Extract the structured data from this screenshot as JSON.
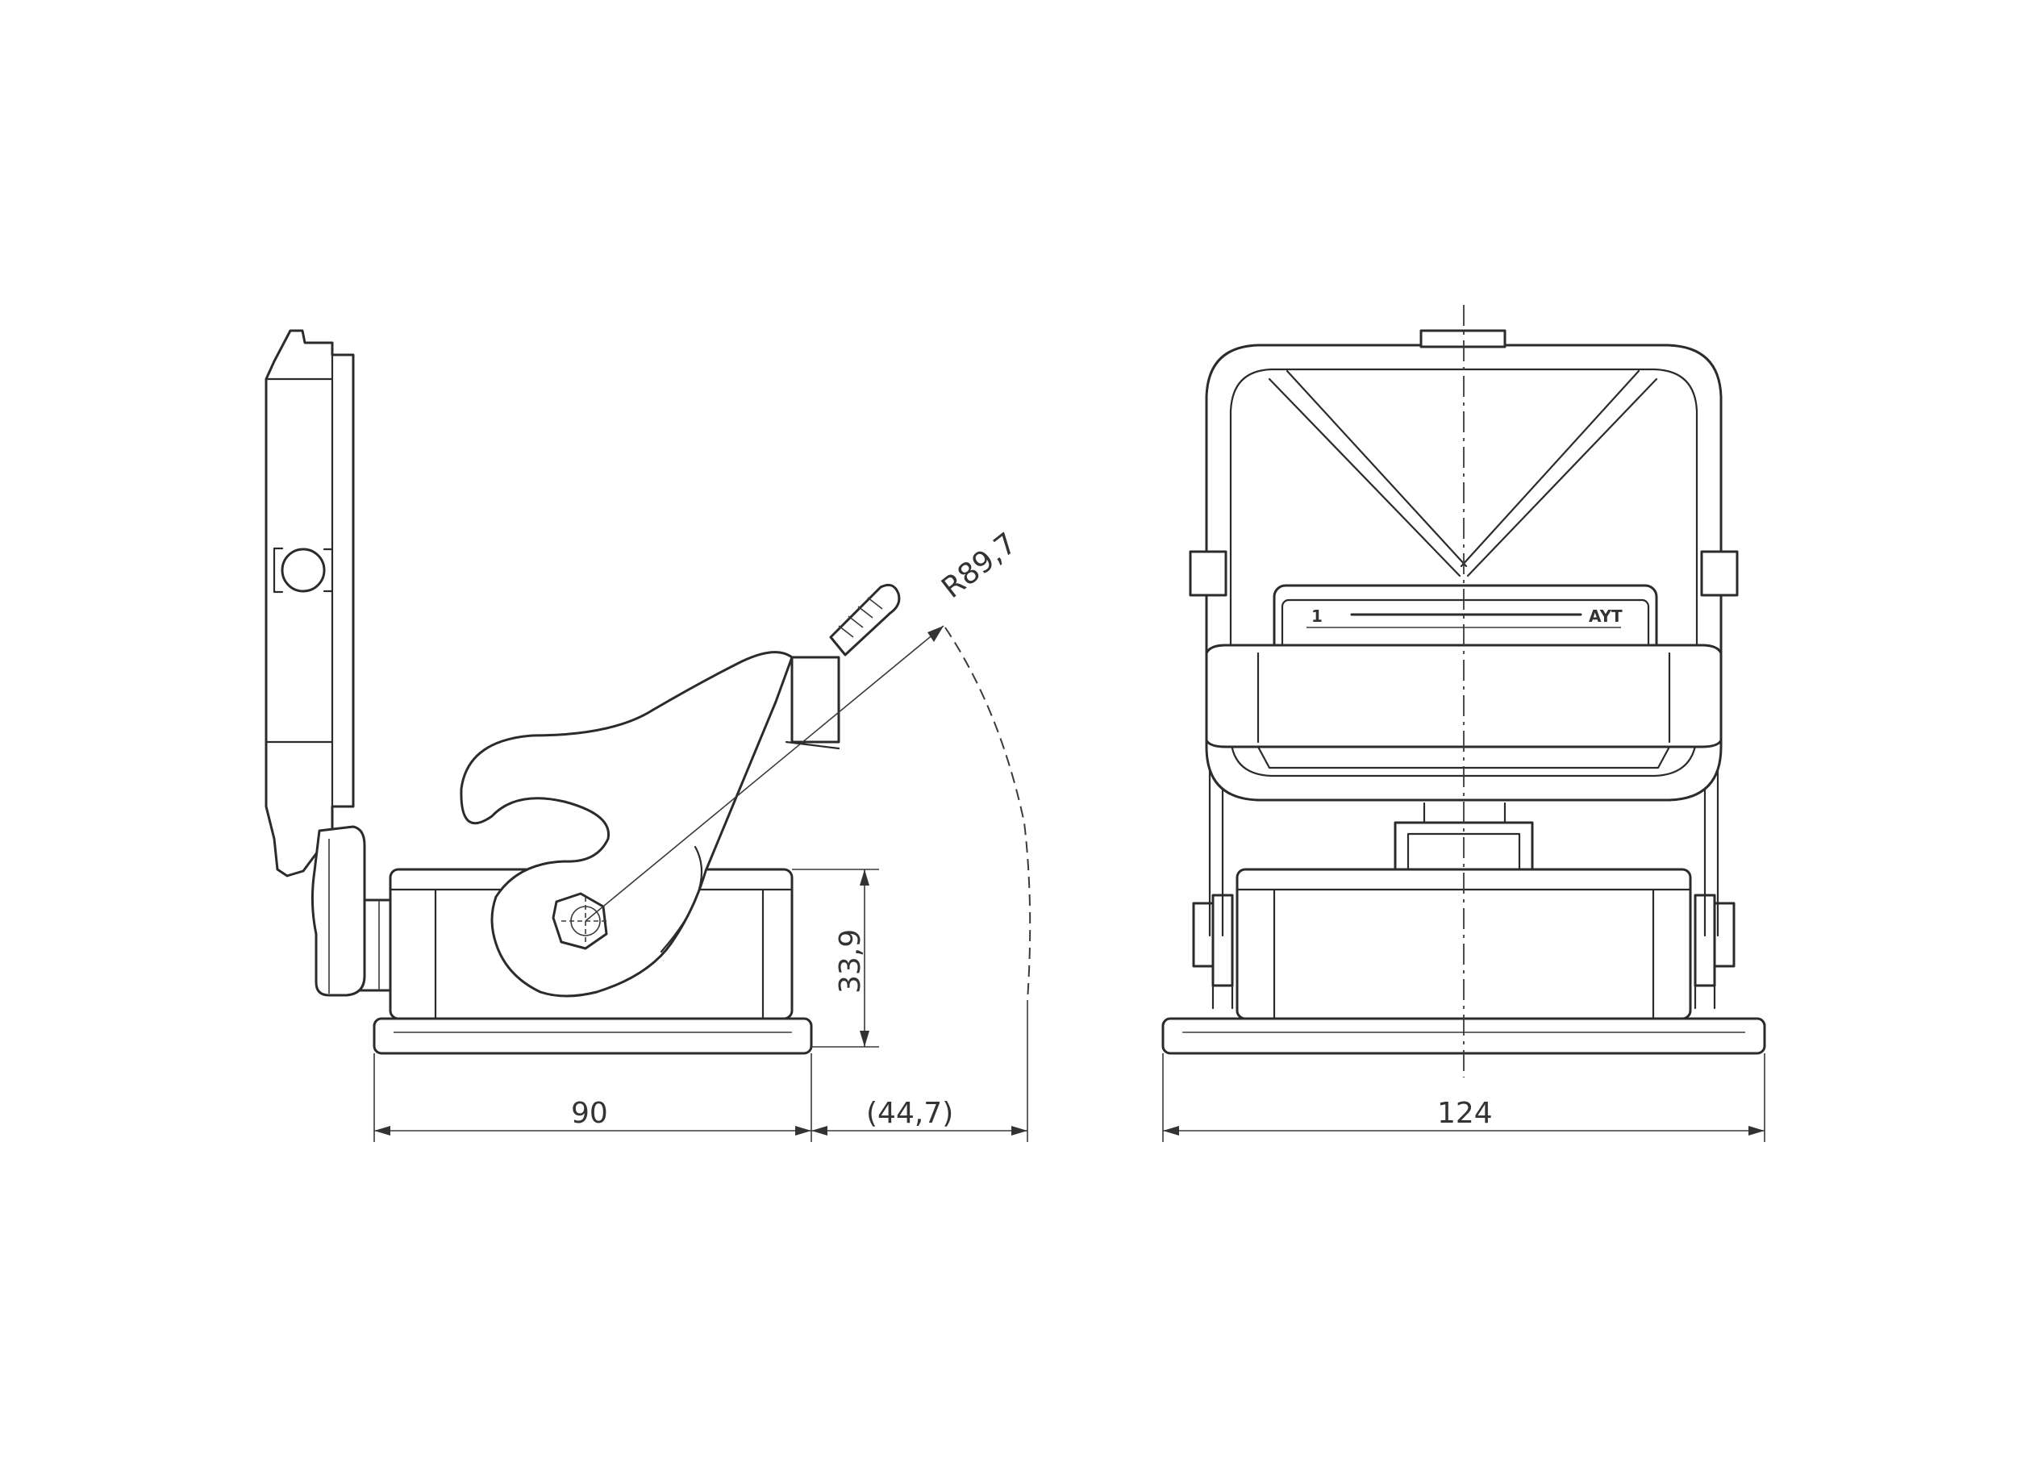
{
  "dimensions": {
    "width_side": "90",
    "height": "33,9",
    "radius": "R89,7",
    "clearance": "(44,7)",
    "width_front": "124"
  },
  "label_plate": {
    "left_mark": "1",
    "right_mark": "AYT"
  }
}
